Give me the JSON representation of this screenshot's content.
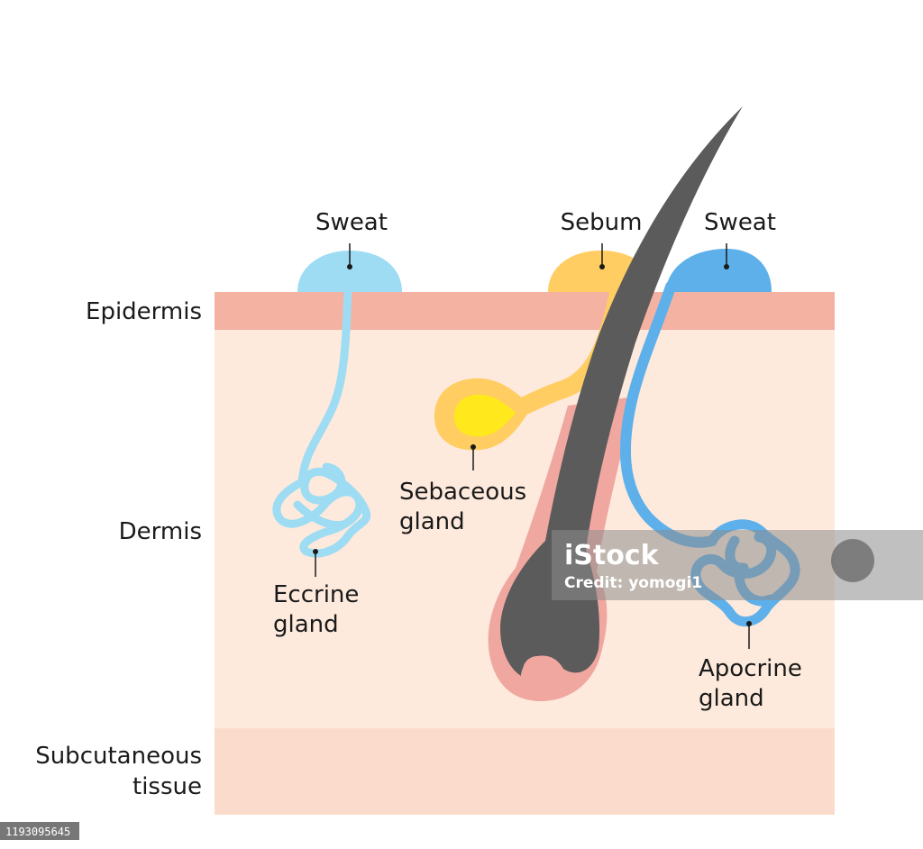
{
  "layers": {
    "epidermis": "Epidermis",
    "dermis": "Dermis",
    "subcutaneous_line1": "Subcutaneous",
    "subcutaneous_line2": "tissue"
  },
  "labels": {
    "sweat_left": "Sweat",
    "sebum": "Sebum",
    "sweat_right": "Sweat",
    "sebaceous_line1": "Sebaceous",
    "sebaceous_line2": "gland",
    "eccrine_line1": "Eccrine",
    "eccrine_line2": "gland",
    "apocrine_line1": "Apocrine",
    "apocrine_line2": "gland"
  },
  "watermark": {
    "brand": "iStock",
    "credit": "Credit: yomogi1",
    "image_id": "1193095645"
  },
  "colors": {
    "epidermis": "#f3b2a2",
    "dermis": "#fdeadc",
    "subcutaneous": "#fbdccc",
    "eccrine": "#9edcf4",
    "apocrine": "#5eb0ea",
    "sebum": "#ffcd62",
    "sebaceous_core": "#ffe91d",
    "hair": "#5b5b5b",
    "follicle": "#f0a7a0"
  }
}
